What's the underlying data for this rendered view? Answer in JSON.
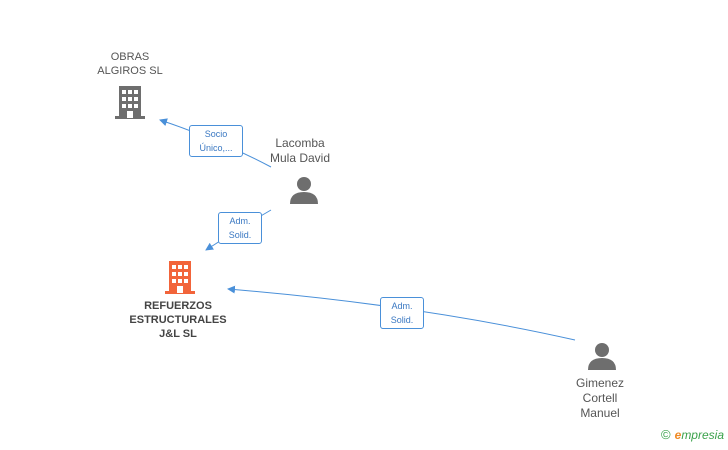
{
  "nodes": {
    "obras": {
      "label_line1": "OBRAS",
      "label_line2": "ALGIROS  SL"
    },
    "lacomba": {
      "label_line1": "Lacomba",
      "label_line2": "Mula David"
    },
    "refuerzos": {
      "label_line1": "REFUERZOS",
      "label_line2": "ESTRUCTURALES",
      "label_line3": "J&L SL"
    },
    "gimenez": {
      "label_line1": "Gimenez",
      "label_line2": "Cortell",
      "label_line3": "Manuel"
    }
  },
  "edges": {
    "socio": {
      "line1": "Socio",
      "line2": "Único,..."
    },
    "adm1": {
      "line1": "Adm.",
      "line2": "Solid."
    },
    "adm2": {
      "line1": "Adm.",
      "line2": "Solid."
    }
  },
  "brand": {
    "copyright": "©",
    "e": "e",
    "name": "mpresia"
  },
  "colors": {
    "edge": "#4a90d9",
    "company_gray": "#6e6e6e",
    "company_main": "#f2643a",
    "person": "#6e6e6e"
  }
}
